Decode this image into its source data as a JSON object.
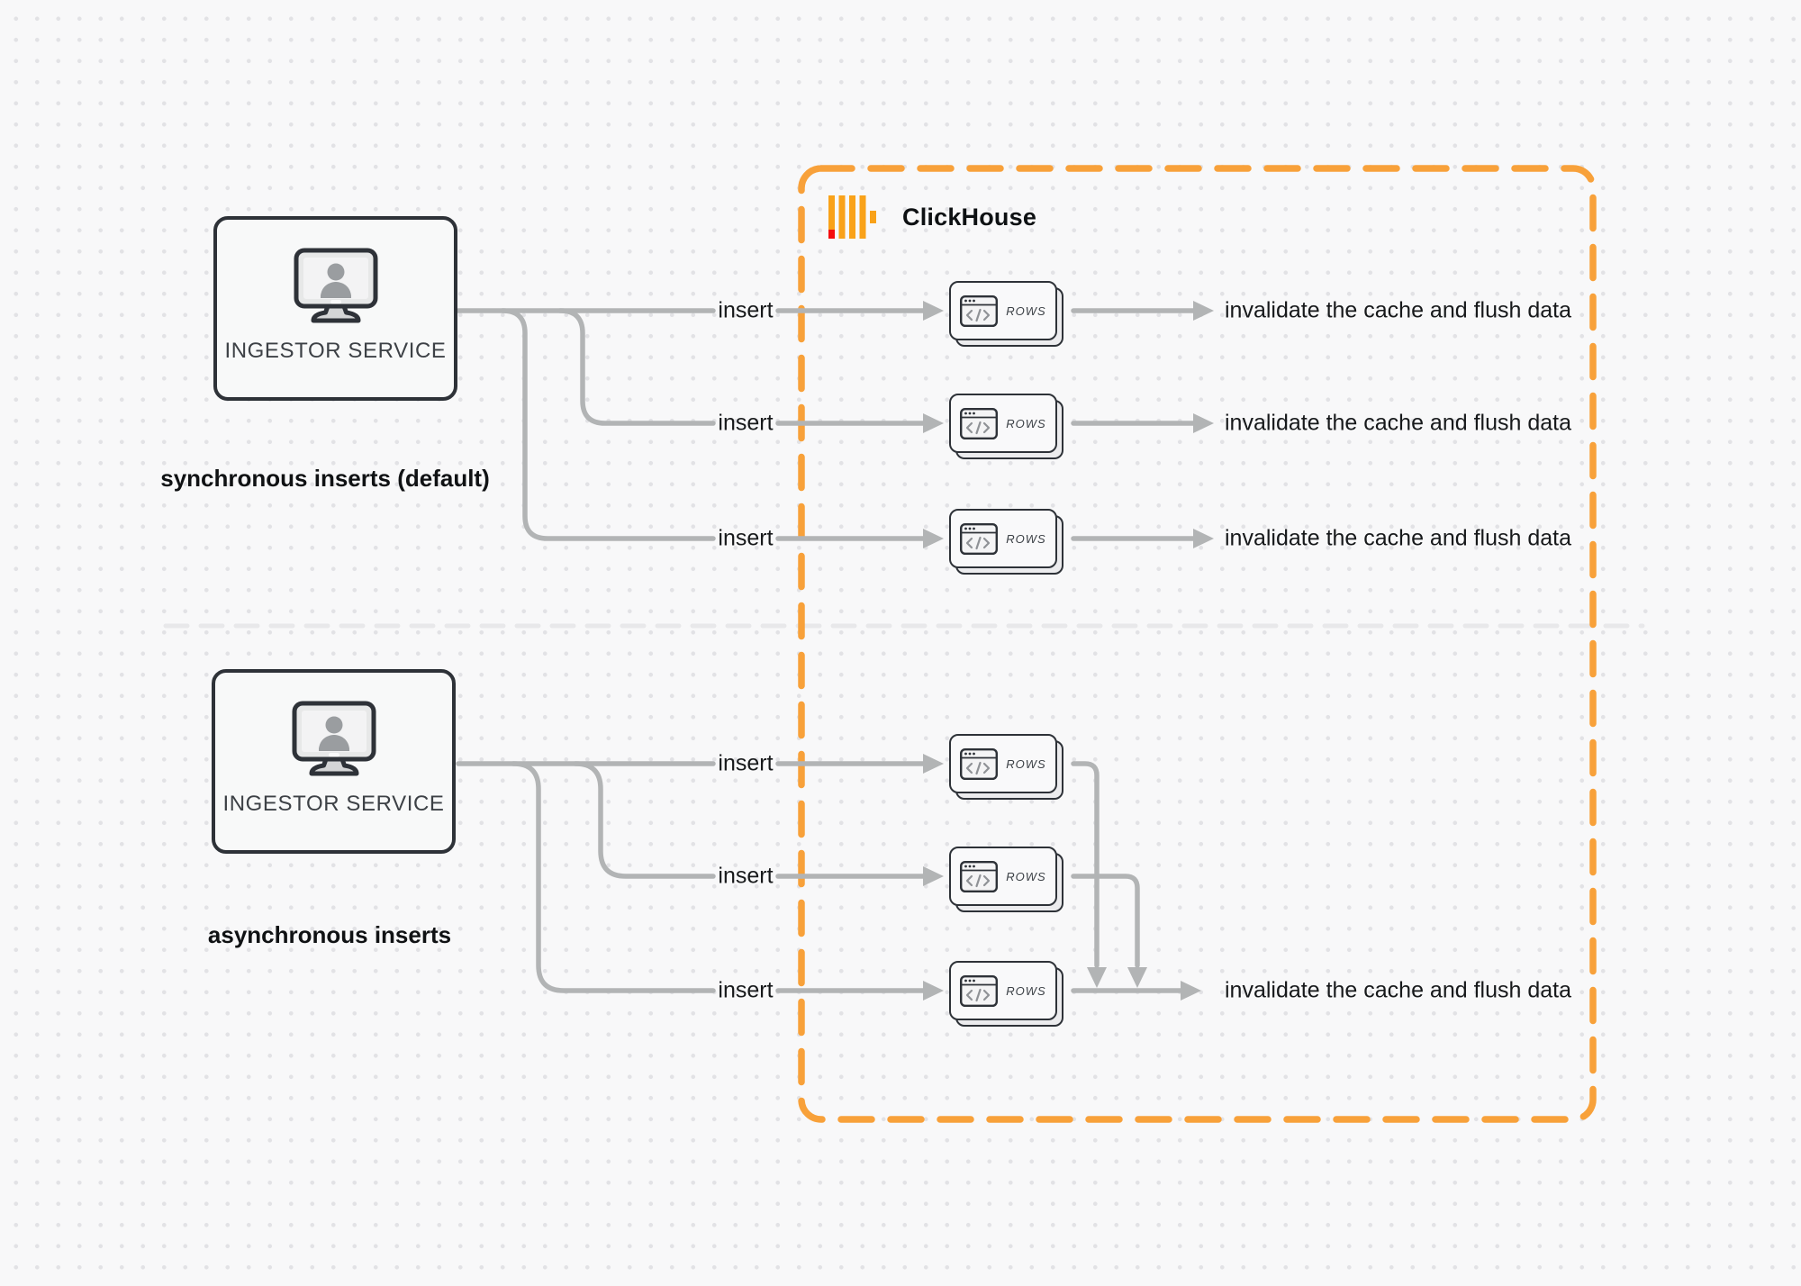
{
  "labels": {
    "ingestor": "INGESTOR SERVICE",
    "insert": "insert",
    "rows": "ROWS",
    "invalidate": "invalidate the cache and flush data",
    "sync_caption": "synchronous inserts (default)",
    "async_caption": "asynchronous inserts"
  },
  "clickhouse": {
    "title": "ClickHouse"
  },
  "colors": {
    "accent_orange": "#F8A13A",
    "logo_yellow": "#F9A219",
    "logo_red": "#F50D0D",
    "connector_gray": "#B2B4B5",
    "border_dark": "#2E3238",
    "text_dark": "#17191B",
    "divider_gray": "#E8E8EA"
  }
}
